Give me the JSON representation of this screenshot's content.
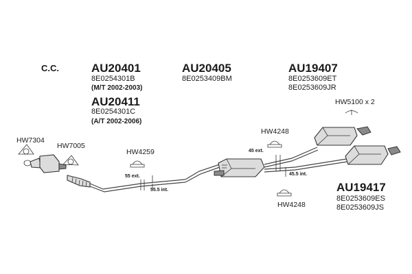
{
  "cc_label": "C.C.",
  "groups": {
    "au20401": {
      "code": "AU20401",
      "part": "8E0254301B",
      "note": "(M/T 2002-2003)"
    },
    "au20411": {
      "code": "AU20411",
      "part": "8E0254301C",
      "note": "(A/T 2002-2006)"
    },
    "au20405": {
      "code": "AU20405",
      "part": "8E0253409BM"
    },
    "au19407": {
      "code": "AU19407",
      "parts": [
        "8E0253609ET",
        "8E0253609JR"
      ]
    },
    "au19417": {
      "code": "AU19417",
      "parts": [
        "8E0253609ES",
        "8E0253609JS"
      ]
    }
  },
  "hardware": {
    "hw7304": "HW7304",
    "hw7005": "HW7005",
    "hw4259": "HW4259",
    "hw4248_top": "HW4248",
    "hw4248_bottom": "HW4248",
    "hw5100": "HW5100 x 2"
  },
  "dimensions": {
    "d55ext": "55 ext.",
    "d555int": "55.5 int.",
    "d45ext": "45 ext.",
    "d455int": "45.5 int."
  }
}
